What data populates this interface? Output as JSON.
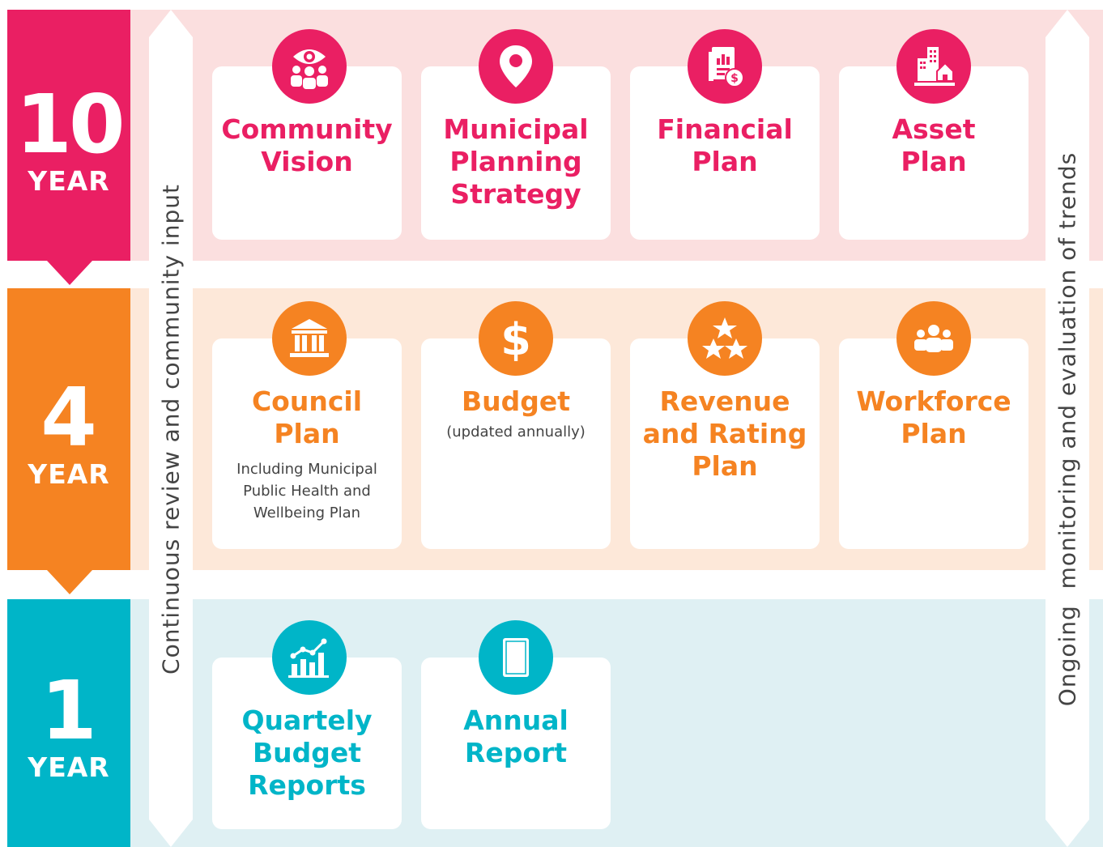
{
  "colors": {
    "ten_year": "#ea1f63",
    "four_year": "#f58322",
    "one_year": "#00b5c8"
  },
  "left_arrow_text": "Continuous review and community input",
  "right_arrow_text": "Ongoing  monitoring and evaluation of trends",
  "rows": [
    {
      "number": "10",
      "label": "YEAR",
      "cards": [
        {
          "title": "Community\nVision",
          "icon": "community-vision-icon"
        },
        {
          "title": "Municipal\nPlanning\nStrategy",
          "icon": "location-pin-icon"
        },
        {
          "title": "Financial\nPlan",
          "icon": "financial-document-icon"
        },
        {
          "title": "Asset\nPlan",
          "icon": "buildings-icon"
        }
      ]
    },
    {
      "number": "4",
      "label": "YEAR",
      "cards": [
        {
          "title": "Council\nPlan",
          "subtitle": "Including Municipal\nPublic Health and\nWellbeing Plan",
          "icon": "council-building-icon"
        },
        {
          "title": "Budget",
          "subtitle": "(updated annually)",
          "icon": "dollar-icon"
        },
        {
          "title": "Revenue\nand Rating\nPlan",
          "icon": "stars-icon"
        },
        {
          "title": "Workforce\nPlan",
          "icon": "workforce-icon"
        }
      ]
    },
    {
      "number": "1",
      "label": "YEAR",
      "cards": [
        {
          "title": "Quartely\nBudget\nReports",
          "icon": "bar-chart-icon"
        },
        {
          "title": "Annual\nReport",
          "icon": "report-book-icon"
        }
      ]
    }
  ]
}
